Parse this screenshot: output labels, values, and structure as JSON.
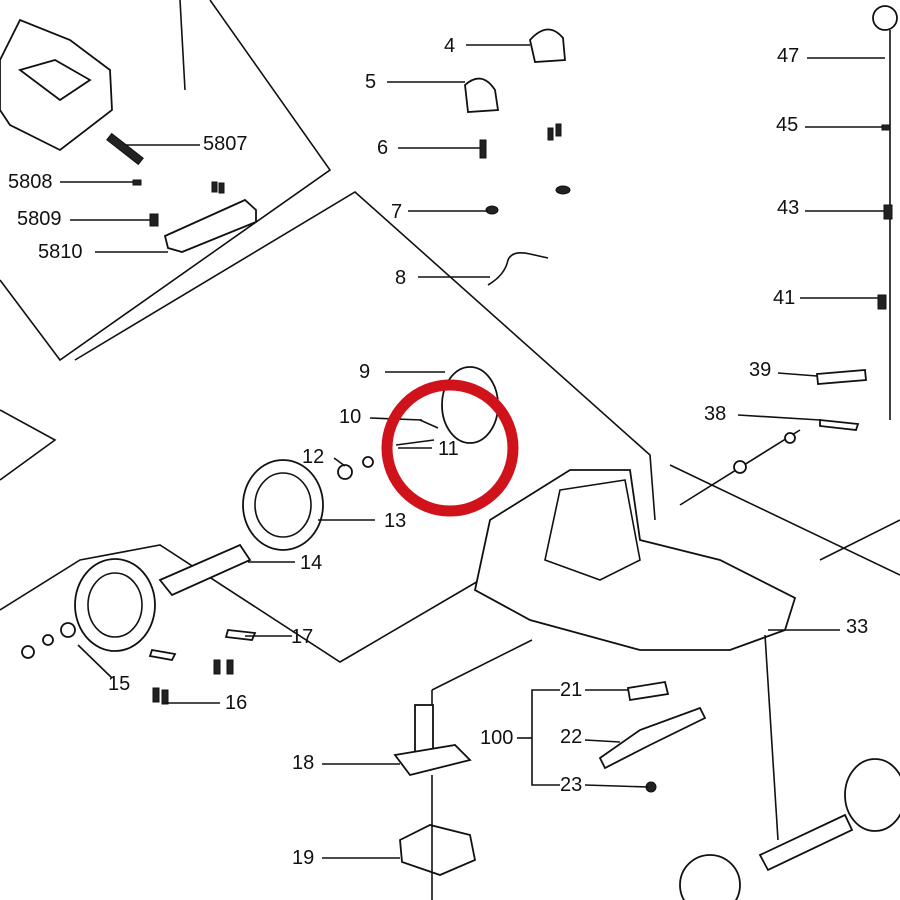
{
  "callouts": {
    "c4": "4",
    "c5": "5",
    "c6": "6",
    "c7": "7",
    "c8": "8",
    "c9": "9",
    "c10": "10",
    "c11": "11",
    "c12": "12",
    "c13": "13",
    "c14": "14",
    "c15": "15",
    "c16": "16",
    "c17": "17",
    "c18": "18",
    "c19": "19",
    "c21": "21",
    "c22": "22",
    "c23": "23",
    "c33": "33",
    "c38": "38",
    "c39": "39",
    "c41": "41",
    "c43": "43",
    "c45": "45",
    "c47": "47",
    "c100": "100",
    "c5807": "5807",
    "c5808": "5808",
    "c5809": "5809",
    "c5810": "5810"
  },
  "highlight": {
    "target_callout": "11",
    "color": "#d0121b"
  }
}
